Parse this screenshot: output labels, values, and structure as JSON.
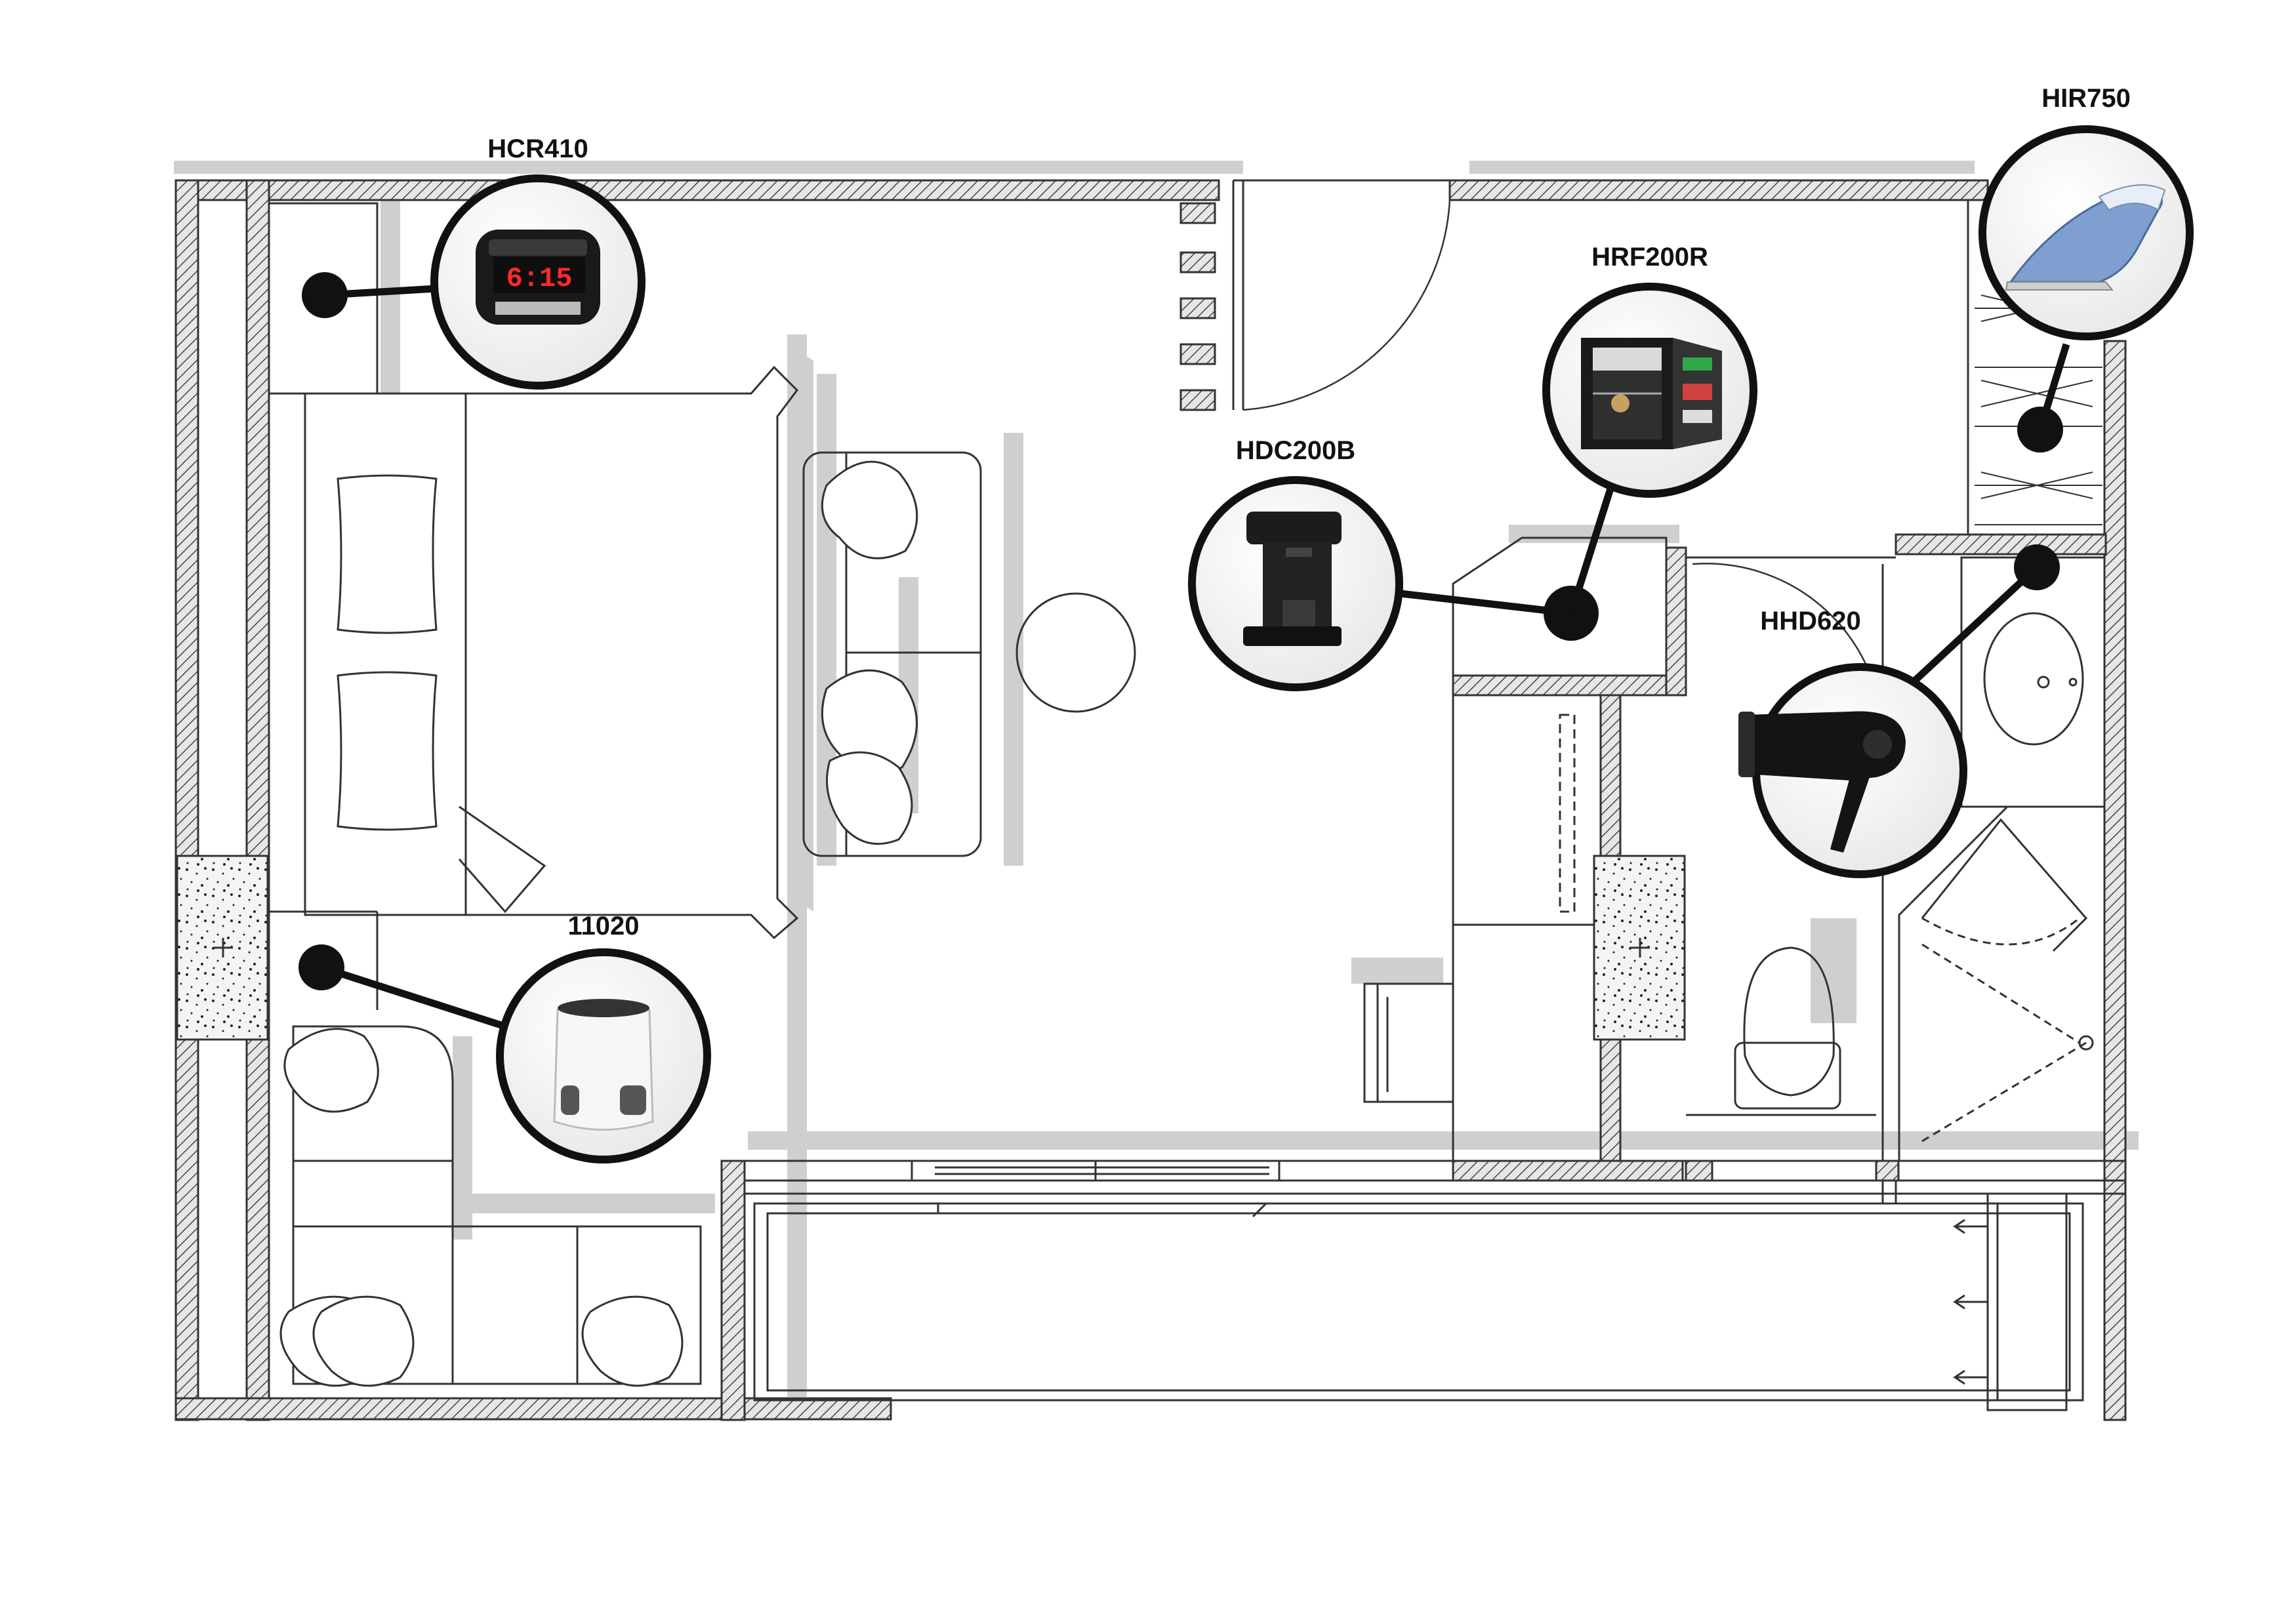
{
  "callouts": [
    {
      "id": "clock",
      "label": "HCR410",
      "icon": "alarm-clock-icon",
      "clock_display": "6:15"
    },
    {
      "id": "purifier",
      "label": "11020",
      "icon": "air-purifier-icon"
    },
    {
      "id": "coffee",
      "label": "HDC200B",
      "icon": "coffee-maker-icon"
    },
    {
      "id": "fridge",
      "label": "HRF200R",
      "icon": "mini-fridge-icon"
    },
    {
      "id": "iron",
      "label": "HIR750",
      "icon": "steam-iron-icon"
    },
    {
      "id": "dryer",
      "label": "HHD620",
      "icon": "hair-dryer-icon"
    }
  ],
  "colors": {
    "wall": "#555555",
    "shadow": "#cfcfcf",
    "line": "#333333",
    "clock_digits": "#ff2a2a",
    "iron_body": "#7e9fd0"
  }
}
